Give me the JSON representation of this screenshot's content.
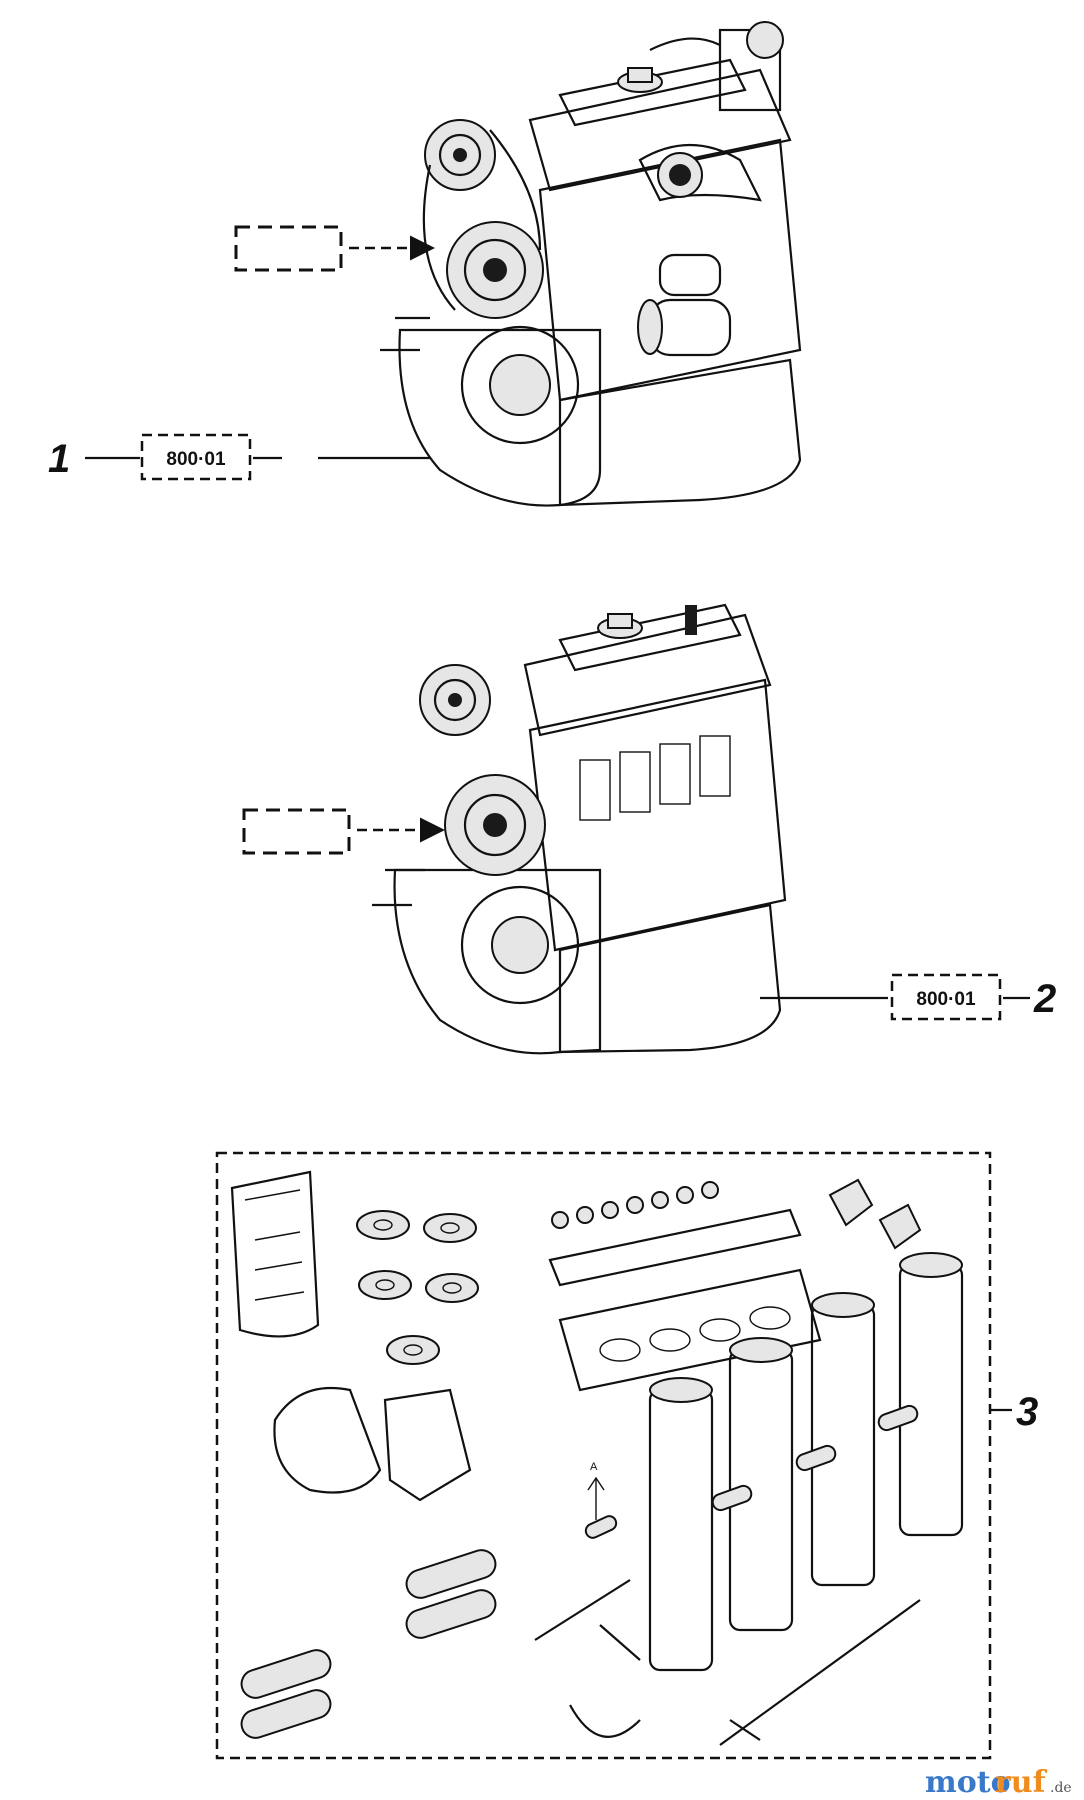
{
  "callouts": [
    {
      "number": "1",
      "ref": "800·01"
    },
    {
      "number": "2",
      "ref": "800·01"
    },
    {
      "number": "3"
    }
  ],
  "kit_labels": {
    "arrow_letter": "A"
  },
  "watermark": {
    "part_a": "moto",
    "part_b": "ruf",
    "suffix": ".de"
  }
}
